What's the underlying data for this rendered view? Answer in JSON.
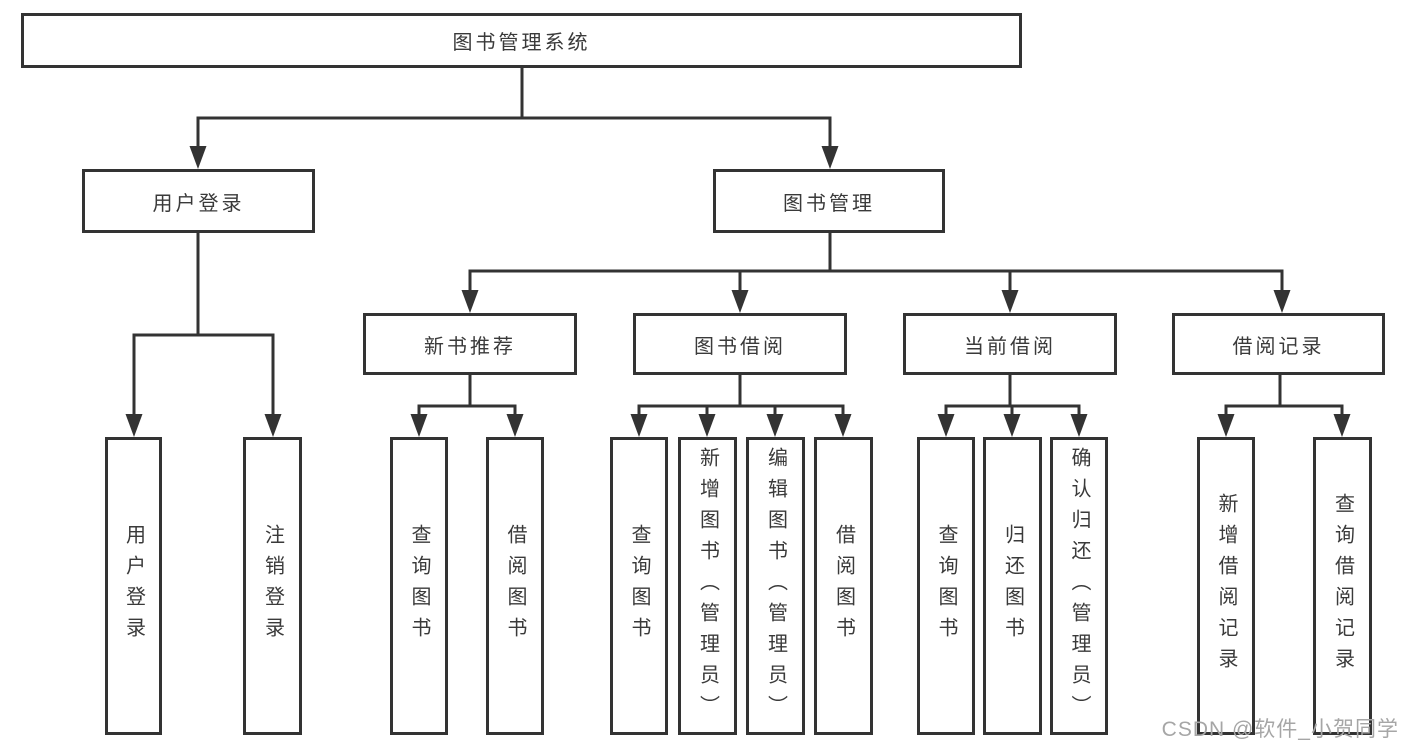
{
  "tree": {
    "root": {
      "label": "图书管理系统",
      "children": [
        {
          "label": "用户登录",
          "children": [
            {
              "label": "用户登录"
            },
            {
              "label": "注销登录"
            }
          ]
        },
        {
          "label": "图书管理",
          "children": [
            {
              "label": "新书推荐",
              "children": [
                {
                  "label": "查询图书"
                },
                {
                  "label": "借阅图书"
                }
              ]
            },
            {
              "label": "图书借阅",
              "children": [
                {
                  "label": "查询图书"
                },
                {
                  "label": "新增图书（管理员）"
                },
                {
                  "label": "编辑图书（管理员）"
                },
                {
                  "label": "借阅图书"
                }
              ]
            },
            {
              "label": "当前借阅",
              "children": [
                {
                  "label": "查询图书"
                },
                {
                  "label": "归还图书"
                },
                {
                  "label": "确认归还（管理员）"
                }
              ]
            },
            {
              "label": "借阅记录",
              "children": [
                {
                  "label": "新增借阅记录"
                },
                {
                  "label": "查询借阅记录"
                }
              ]
            }
          ]
        }
      ]
    }
  },
  "watermark": {
    "text": "CSDN @软件_小贺同学"
  },
  "colors": {
    "line": "#333333",
    "text": "#3a3a3a",
    "watermark": "#a6a6a6",
    "background": "#ffffff"
  }
}
